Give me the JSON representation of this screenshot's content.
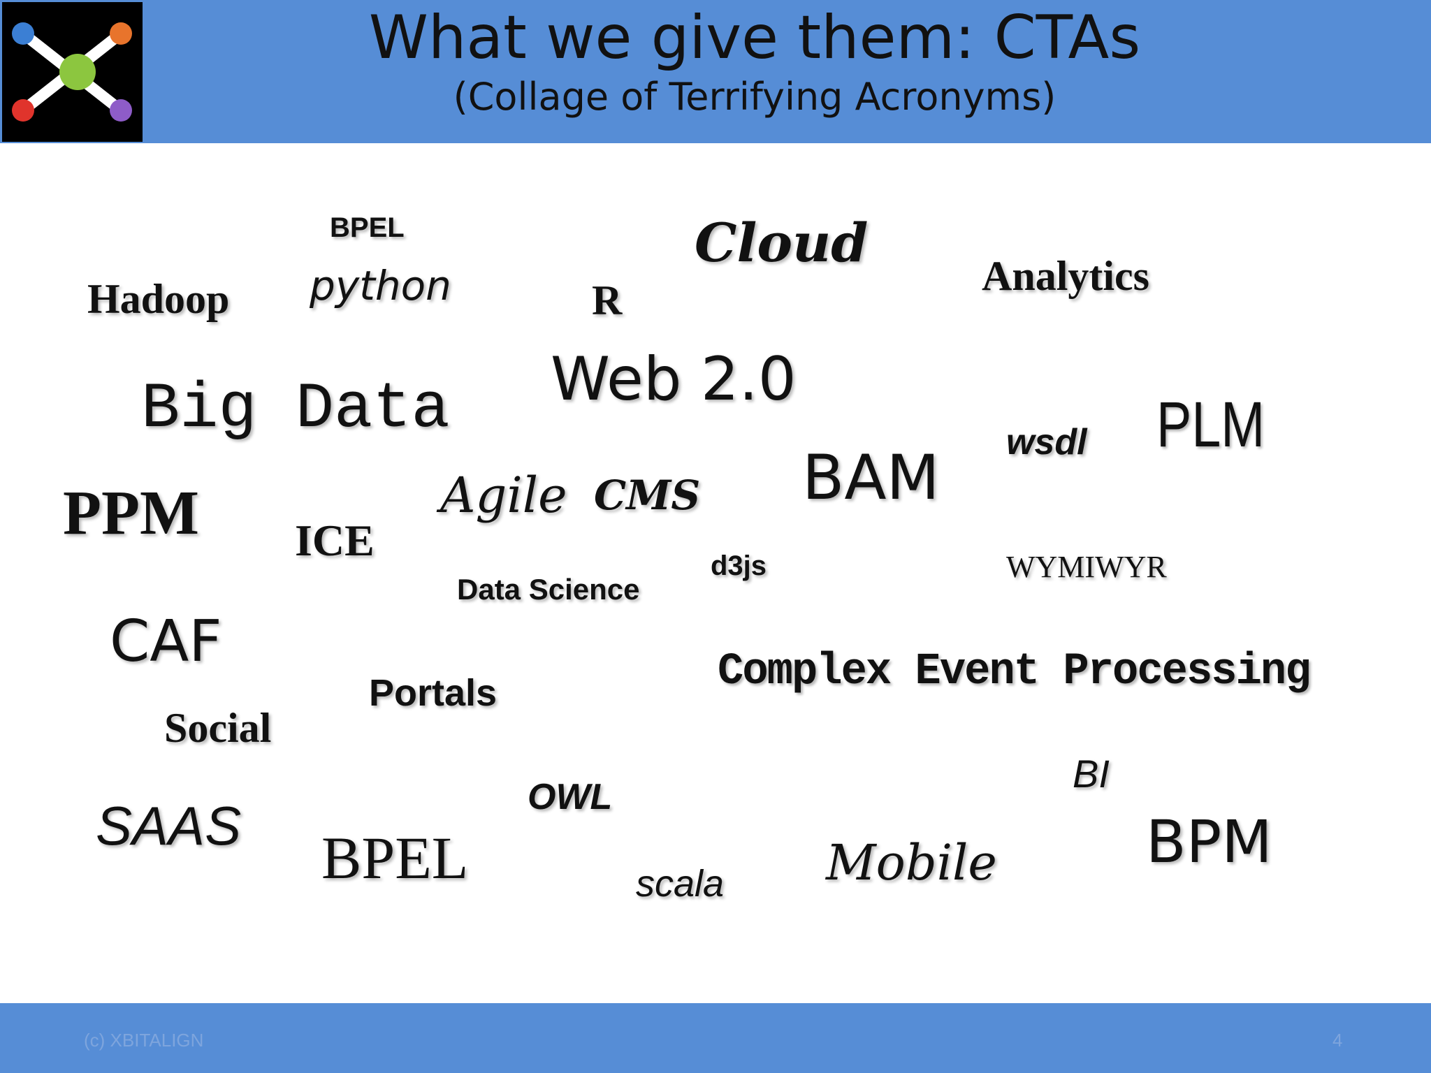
{
  "slide": {
    "title": "What we give them: CTAs",
    "subtitle": "(Collage of Terrifying Acronyms)",
    "copyright": "(c) XBITALIGN",
    "page_number": "4"
  },
  "logo": {
    "icon": "x-network-logo-icon",
    "colors": {
      "background": "#000000",
      "top_left": "#3b7fd4",
      "top_right": "#e8742c",
      "center": "#8cc63f",
      "bottom_left": "#e0342c",
      "bottom_right": "#8e5cc8",
      "spokes": "#ffffff"
    }
  },
  "colors": {
    "header_bar": "#568dd6",
    "footer_bar": "#568dd6",
    "text": "#111111"
  },
  "terms": [
    "BPEL",
    "Cloud",
    "Hadoop",
    "python",
    "R",
    "Analytics",
    "Web 2.0",
    "Big Data",
    "PLM",
    "wsdl",
    "BAM",
    "PPM",
    "Agile",
    "CMS",
    "ICE",
    "d3js",
    "WYMIWYR",
    "Data Science",
    "CAF",
    "Complex Event Processing",
    "Portals",
    "Social",
    "BI",
    "OWL",
    "SAAS",
    "BPM",
    "BPEL",
    "Mobile",
    "scala"
  ]
}
